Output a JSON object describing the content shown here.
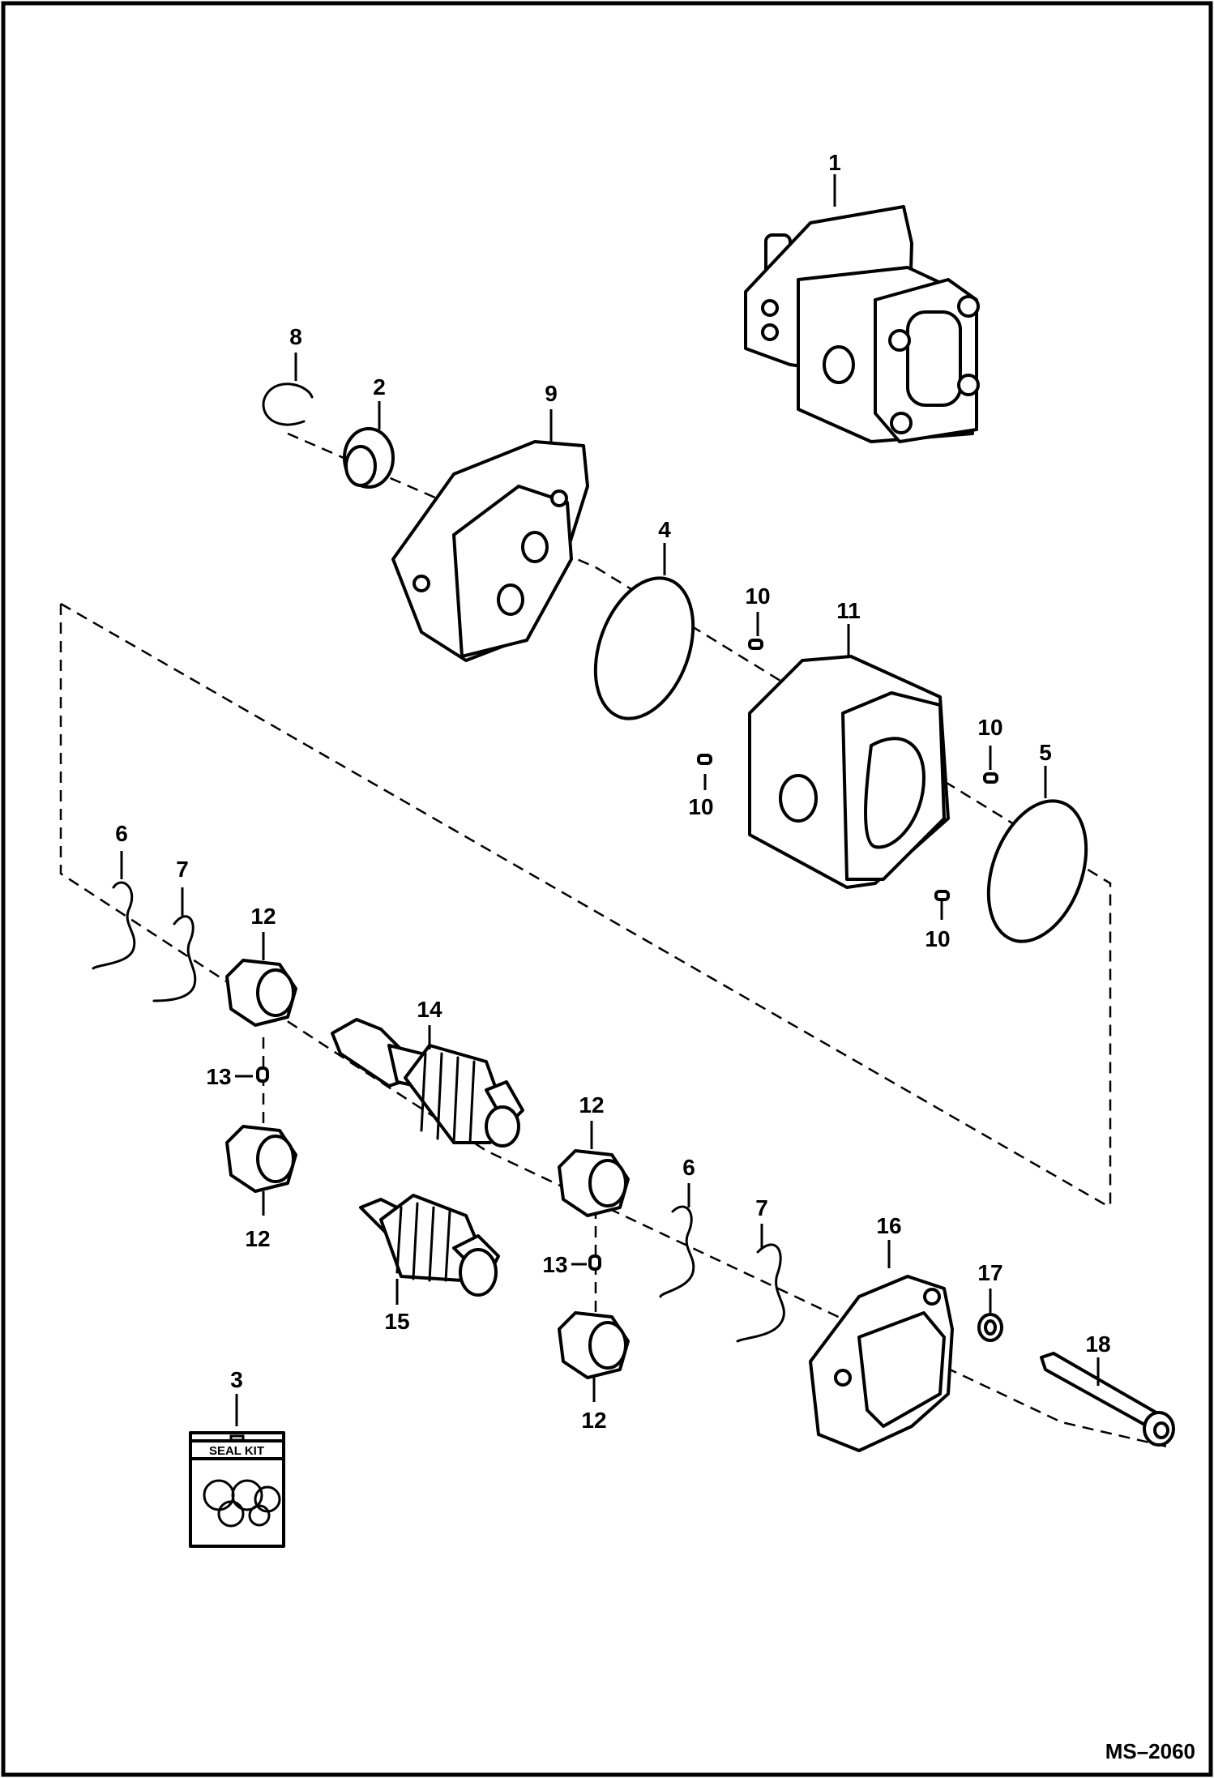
{
  "drawing_id": "MS–2060",
  "seal_kit_label": "SEAL KIT",
  "callouts": [
    {
      "key": "c1",
      "label": "1"
    },
    {
      "key": "c8",
      "label": "8"
    },
    {
      "key": "c2",
      "label": "2"
    },
    {
      "key": "c9",
      "label": "9"
    },
    {
      "key": "c4",
      "label": "4"
    },
    {
      "key": "c10a",
      "label": "10"
    },
    {
      "key": "c11",
      "label": "11"
    },
    {
      "key": "c10b",
      "label": "10"
    },
    {
      "key": "c10c",
      "label": "10"
    },
    {
      "key": "c5",
      "label": "5"
    },
    {
      "key": "c10d",
      "label": "10"
    },
    {
      "key": "c6a",
      "label": "6"
    },
    {
      "key": "c7a",
      "label": "7"
    },
    {
      "key": "c12a",
      "label": "12"
    },
    {
      "key": "c14",
      "label": "14"
    },
    {
      "key": "c13a",
      "label": "13"
    },
    {
      "key": "c12b",
      "label": "12"
    },
    {
      "key": "c12c",
      "label": "12"
    },
    {
      "key": "c6b",
      "label": "6"
    },
    {
      "key": "c7b",
      "label": "7"
    },
    {
      "key": "c16",
      "label": "16"
    },
    {
      "key": "c17",
      "label": "17"
    },
    {
      "key": "c13b",
      "label": "13"
    },
    {
      "key": "c15",
      "label": "15"
    },
    {
      "key": "c18",
      "label": "18"
    },
    {
      "key": "c12d",
      "label": "12"
    },
    {
      "key": "c3",
      "label": "3"
    }
  ],
  "colors": {
    "line": "#000000",
    "background": "#ffffff"
  }
}
